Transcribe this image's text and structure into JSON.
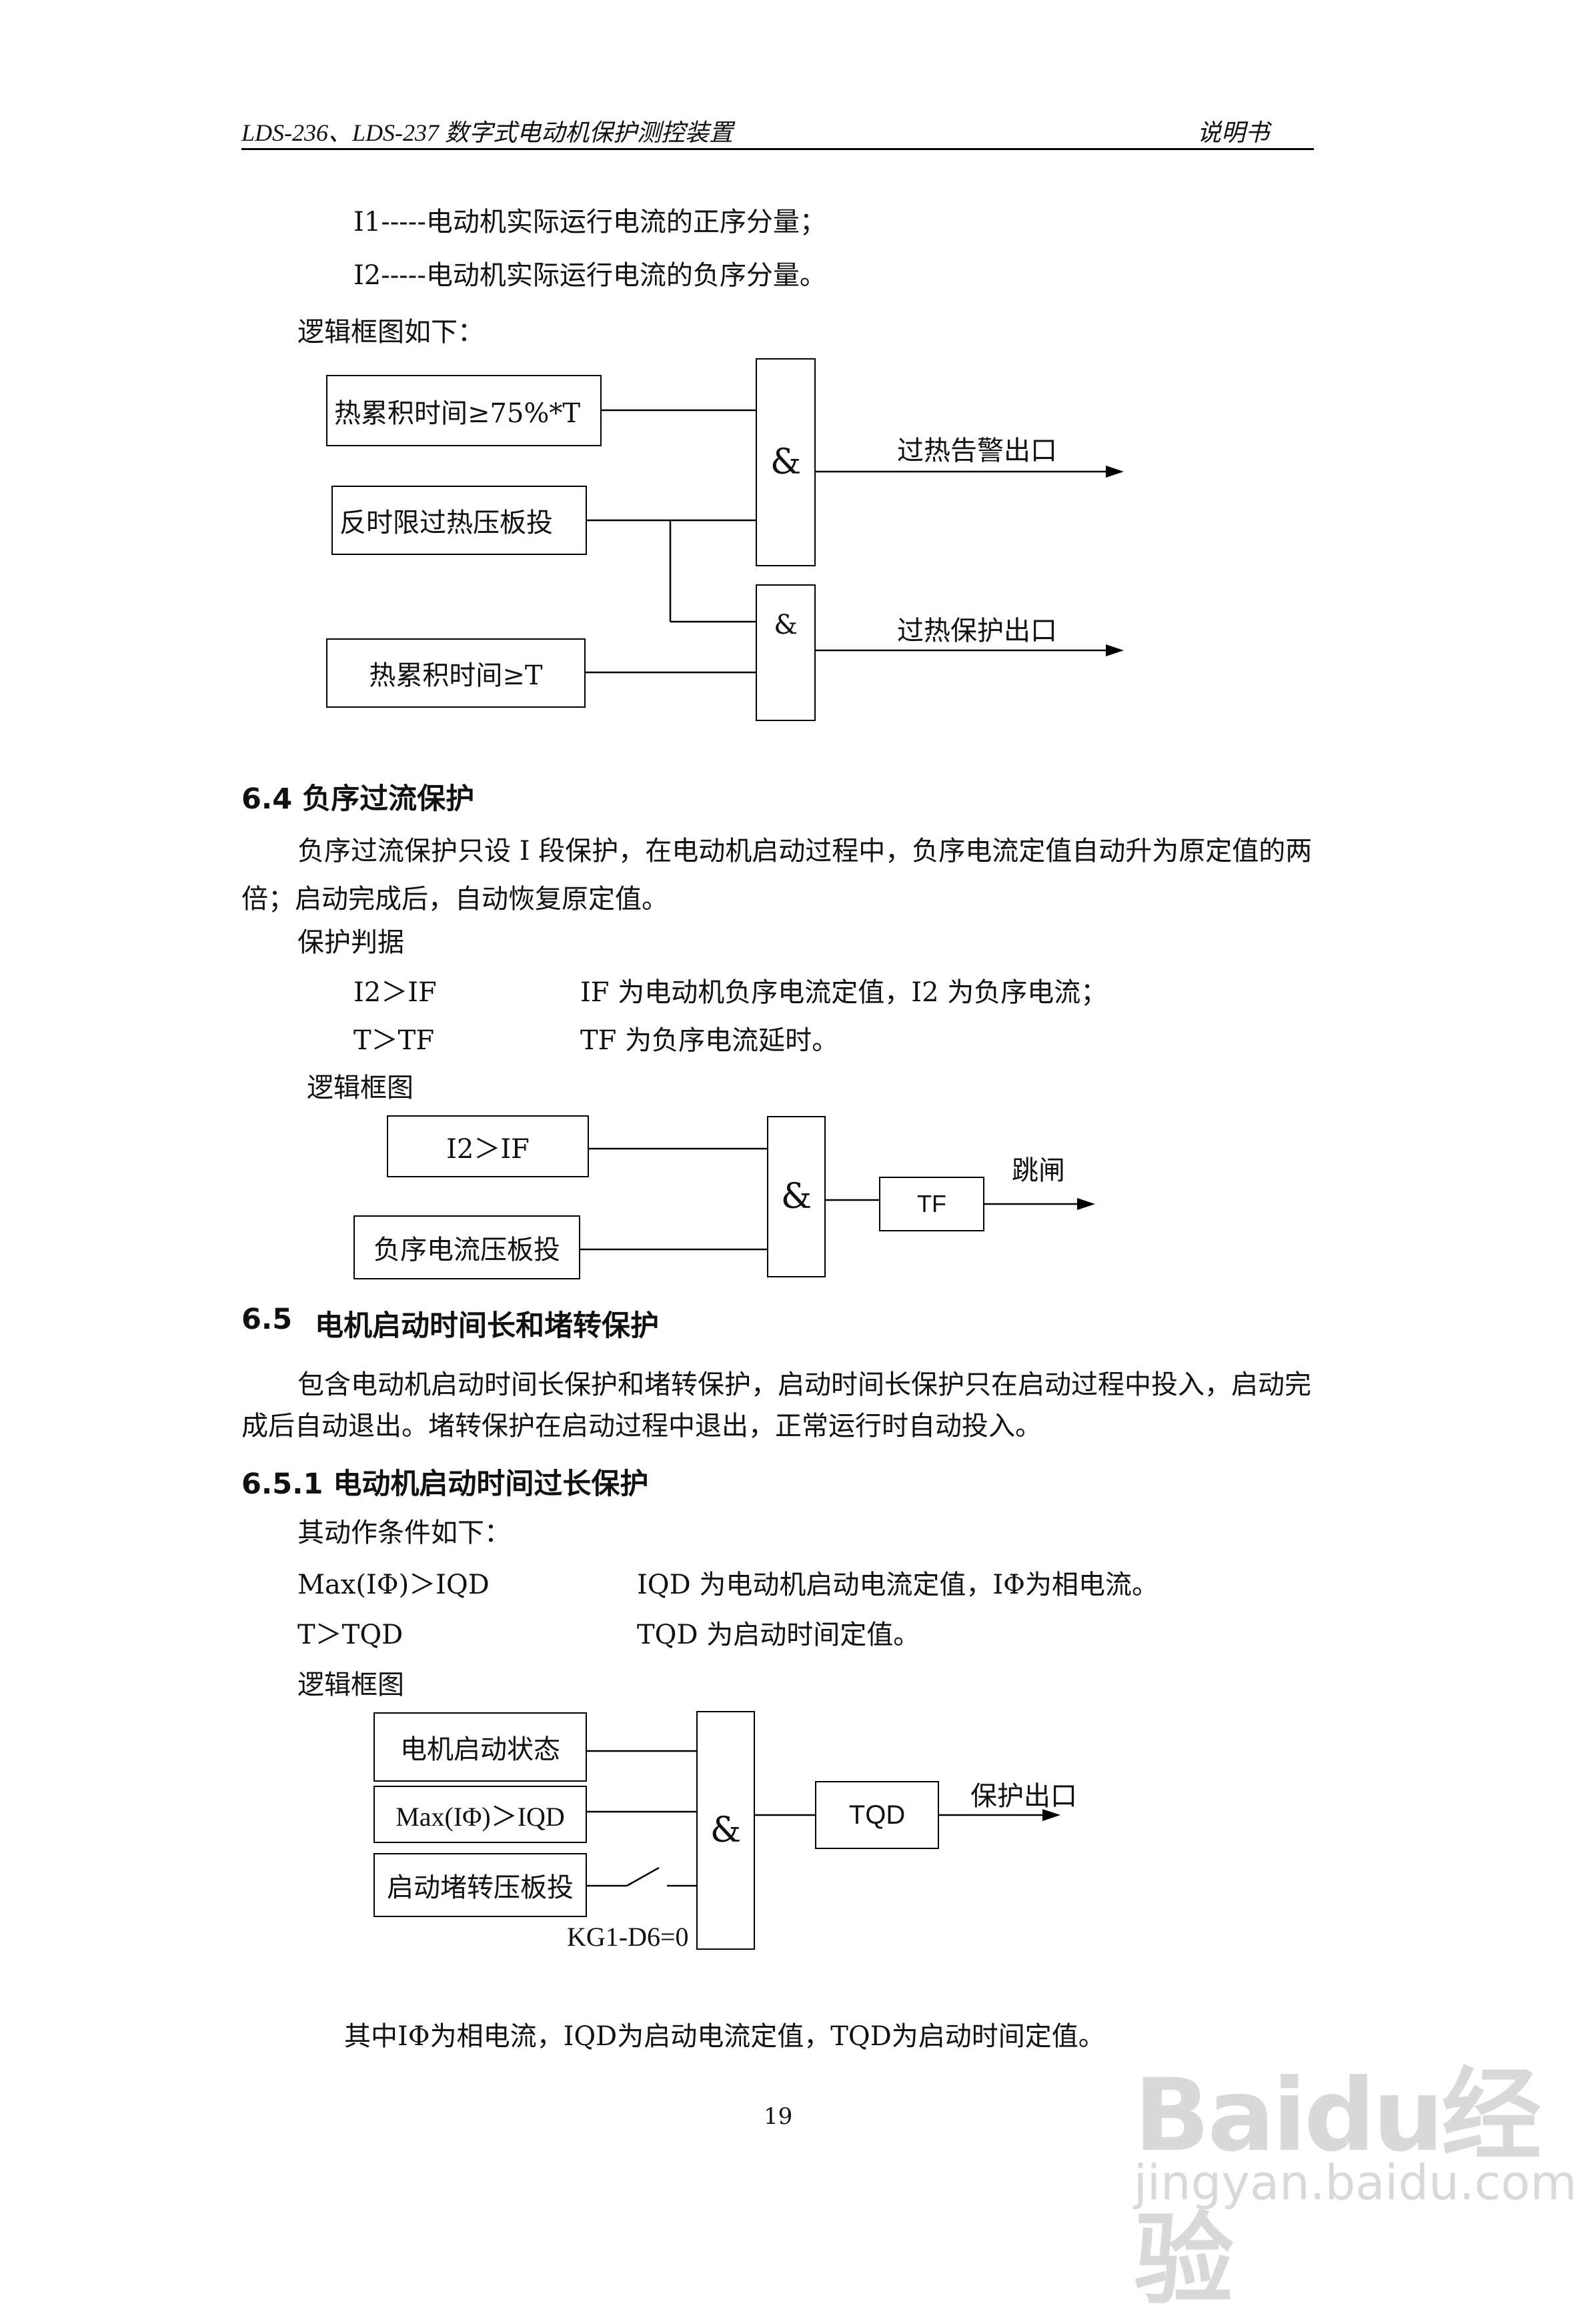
{
  "header": {
    "title": "LDS-236、LDS-237 数字式电动机保护测控装置",
    "right": "说明书"
  },
  "intro": {
    "line1": "I1-----电动机实际运行电流的正序分量；",
    "line2": "I2-----电动机实际运行电流的负序分量。",
    "logic_label": "逻辑框图如下："
  },
  "diagram1": {
    "input1": "热累积时间≥75%*T",
    "input2": "反时限过热压板投",
    "input3": "热累积时间≥T",
    "gate1": "&",
    "gate2": "&",
    "output1": "过热告警出口",
    "output2": "过热保护出口"
  },
  "section_6_4": {
    "heading": "6.4  负序过流保护",
    "para_line1": "负序过流保护只设 I 段保护，在电动机启动过程中，负序电流定值自动升为原定值的两",
    "para_line2": "倍；启动完成后，自动恢复原定值。",
    "criteria_label": "保护判据",
    "criteria": [
      {
        "cond": "I2＞IF",
        "desc": "IF 为电动机负序电流定值，I2 为负序电流；"
      },
      {
        "cond": "T＞TF",
        "desc": "TF 为负序电流延时。"
      }
    ],
    "logic_label": "逻辑框图"
  },
  "diagram2": {
    "input1": "I2＞IF",
    "input2": "负序电流压板投",
    "gate": "&",
    "timer": "TF",
    "output": "跳闸"
  },
  "section_6_5": {
    "heading_num": "6.5",
    "heading_text": "电机启动时间长和堵转保护",
    "para_line1": "包含电动机启动时间长保护和堵转保护，启动时间长保护只在启动过程中投入，启动完",
    "para_line2": "成后自动退出。堵转保护在启动过程中退出，正常运行时自动投入。"
  },
  "section_6_5_1": {
    "heading": "6.5.1  电动机启动时间过长保护",
    "conditions_label": "其动作条件如下：",
    "criteria": [
      {
        "cond": "Max(IΦ)＞IQD",
        "desc": "IQD 为电动机启动电流定值，IΦ为相电流。"
      },
      {
        "cond": "T＞TQD",
        "desc": "TQD 为启动时间定值。"
      }
    ],
    "logic_label": "逻辑框图"
  },
  "diagram3": {
    "input1": "电机启动状态",
    "input2": "Max(IΦ)＞IQD",
    "input3": "启动堵转压板投",
    "switch_label": "KG1-D6=0",
    "gate": "&",
    "timer": "TQD",
    "output": "保护出口"
  },
  "footnote": "其中IΦ为相电流，IQD为启动电流定值，TQD为启动时间定值。",
  "page_number": "19",
  "watermark": {
    "logo": "Baidu经验",
    "url": "jingyan.baidu.com"
  }
}
